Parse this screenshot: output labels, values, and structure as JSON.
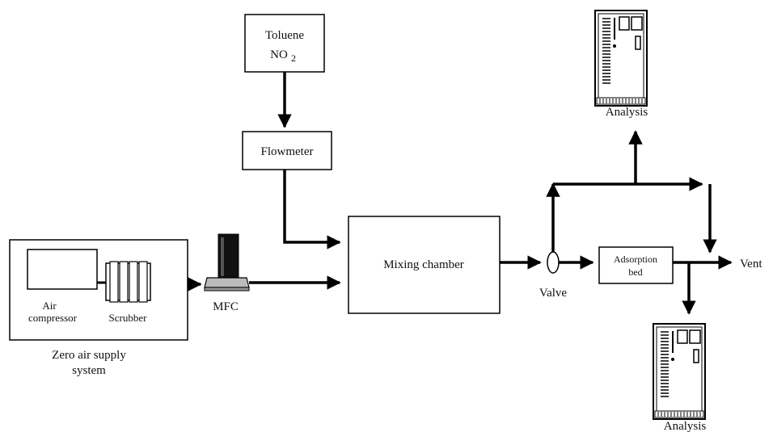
{
  "diagram": {
    "toluene_box": {
      "line1": "Toluene",
      "line2_main": "NO",
      "line2_sub": "2"
    },
    "flowmeter_label": "Flowmeter",
    "mixing_chamber_label": "Mixing chamber",
    "air_compressor_label": {
      "line1": "Air",
      "line2": "compressor"
    },
    "scrubber_label": "Scrubber",
    "zero_air_label": {
      "line1": "Zero air supply",
      "line2": "system"
    },
    "mfc_label": "MFC",
    "valve_label": "Valve",
    "adsorption_bed_label": {
      "line1": "Adsorption",
      "line2": "bed"
    },
    "vent_label": "Vent",
    "analysis_top_label": "Analysis",
    "analysis_bottom_label": "Analysis"
  }
}
